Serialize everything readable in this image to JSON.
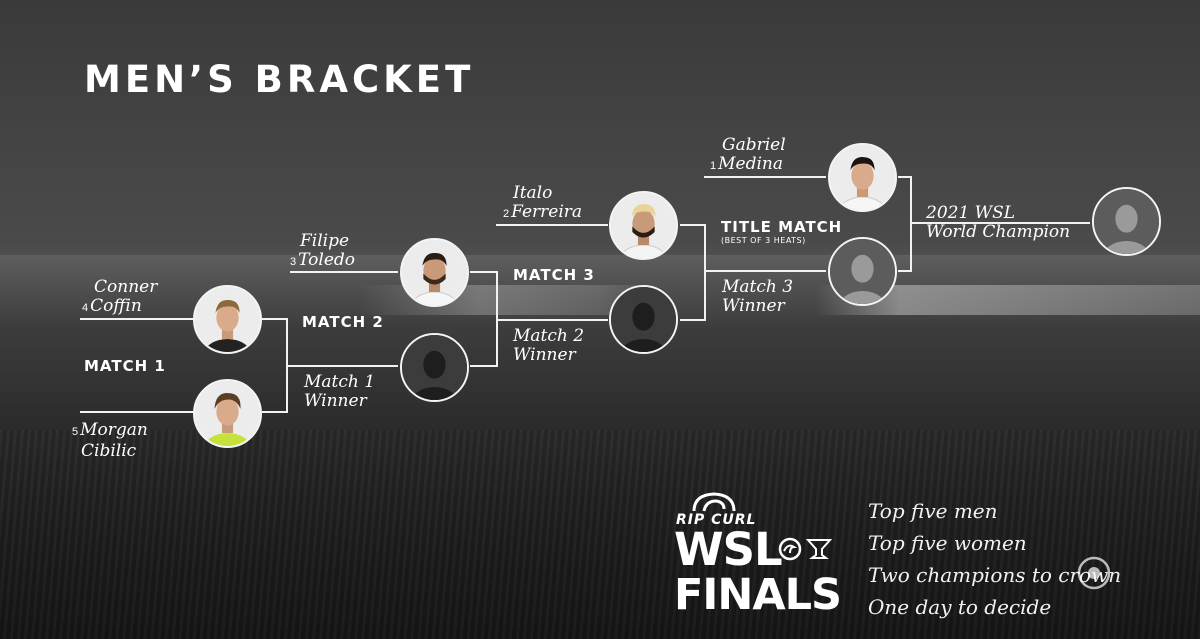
{
  "title": "MEN’S BRACKET",
  "matches": {
    "match1": "MATCH 1",
    "match2": "MATCH 2",
    "match3": "MATCH 3",
    "title_match": "TITLE MATCH",
    "title_match_sub": "(BEST OF 3 HEATS)"
  },
  "surfers": {
    "conner": {
      "seed": "4",
      "line1": "Conner",
      "line2": "Coffin"
    },
    "morgan": {
      "seed": "5",
      "line1": "Morgan",
      "line2": "Cibilic"
    },
    "filipe": {
      "seed": "3",
      "line1": "Filipe",
      "line2": "Toledo"
    },
    "italo": {
      "seed": "2",
      "line1": "Italo",
      "line2": "Ferreira"
    },
    "gabriel": {
      "seed": "1",
      "line1": "Gabriel",
      "line2": "Medina"
    }
  },
  "placeholders": {
    "m1_winner": {
      "line1": "Match 1",
      "line2": "Winner"
    },
    "m2_winner": {
      "line1": "Match 2",
      "line2": "Winner"
    },
    "m3_winner": {
      "line1": "Match 3",
      "line2": "Winner"
    },
    "champion": {
      "line1": "2021 WSL",
      "line2": "World Champion"
    }
  },
  "logo": {
    "brand": "RIP CURL",
    "wsl": "WSL",
    "finals": "FINALS"
  },
  "tagline": [
    "Top five men",
    "Top five women",
    "Two champions to crown",
    "One day to decide"
  ],
  "colors": {
    "line": "#f2f2f2",
    "background": "#2e2e2e"
  }
}
